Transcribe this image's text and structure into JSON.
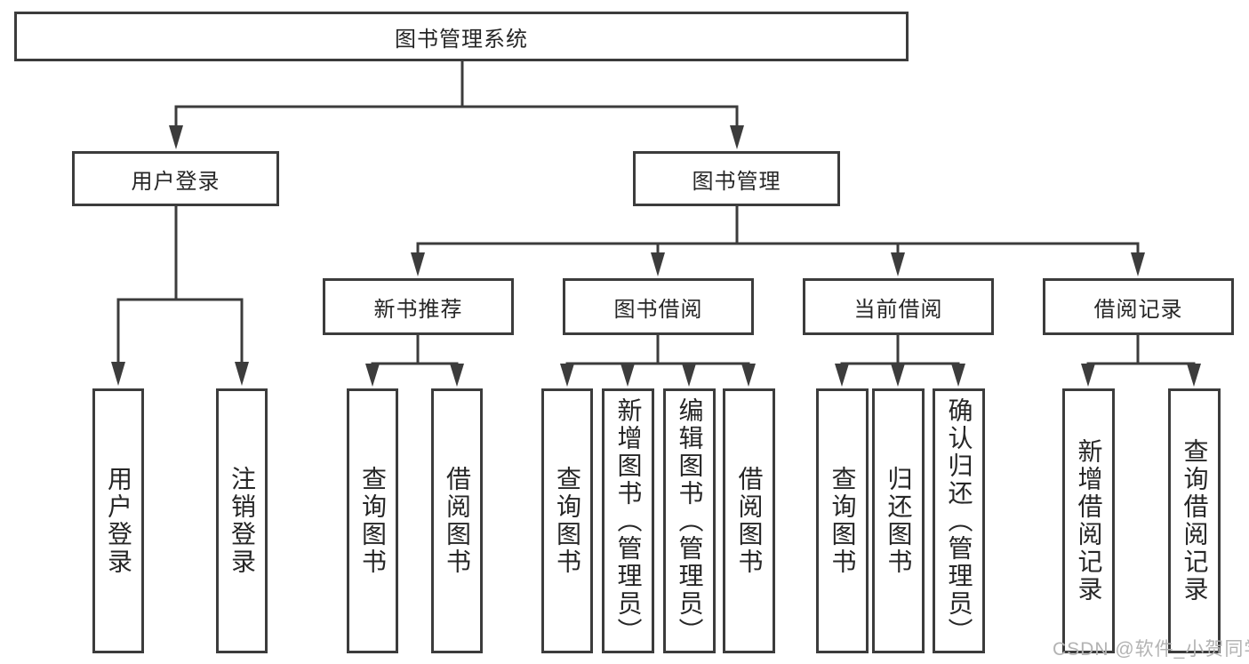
{
  "diagram": {
    "tree": {
      "root": {
        "label": "图书管理系统"
      },
      "children": [
        {
          "label": "用户登录",
          "children": [
            {
              "label": "用户登录"
            },
            {
              "label": "注销登录"
            }
          ]
        },
        {
          "label": "图书管理",
          "children": [
            {
              "label": "新书推荐",
              "children": [
                {
                  "label": "查询图书"
                },
                {
                  "label": "借阅图书"
                }
              ]
            },
            {
              "label": "图书借阅",
              "children": [
                {
                  "label": "查询图书"
                },
                {
                  "label": "新增图书（管理员）"
                },
                {
                  "label": "编辑图书（管理员）"
                },
                {
                  "label": "借阅图书"
                }
              ]
            },
            {
              "label": "当前借阅",
              "children": [
                {
                  "label": "查询图书"
                },
                {
                  "label": "归还图书"
                },
                {
                  "label": "确认归还（管理员）"
                }
              ]
            },
            {
              "label": "借阅记录",
              "children": [
                {
                  "label": "新增借阅记录"
                },
                {
                  "label": "查询借阅记录"
                }
              ]
            }
          ]
        }
      ]
    },
    "colors": {
      "line": "#3c3c3c",
      "text": "#262626",
      "background": "#ffffff",
      "watermark_color": "#b3b3b3"
    }
  },
  "watermark": {
    "text": "CSDN @软件_小贺同学"
  }
}
